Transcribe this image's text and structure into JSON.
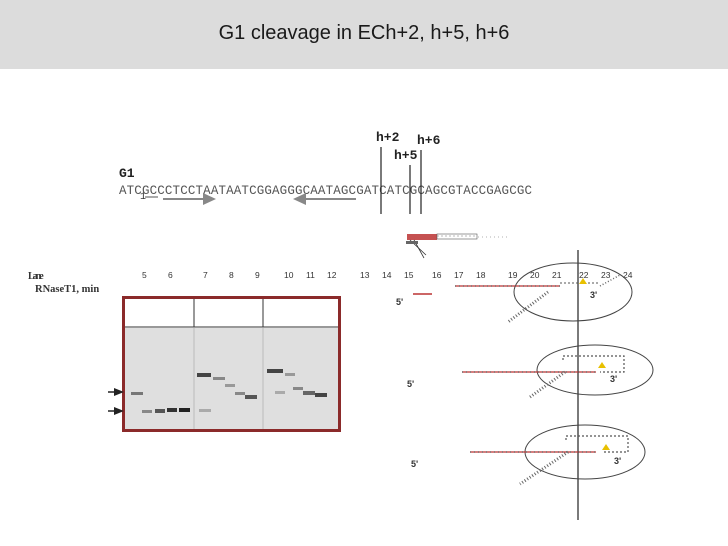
{
  "title": "G1 cleavage in ECh+2, h+5, h+6",
  "sequence": {
    "label": "G1",
    "text": "ATCGCCCTCCTAATAATCGGAGGGCAATAGCGATCATCGCAGCGTACCGAGCGC",
    "position_mark": "1",
    "highlight": "G"
  },
  "h_labels": [
    "h+2",
    "h+6",
    "h+5"
  ],
  "lanes": {
    "prefix": "Lane",
    "numbers": [
      "5",
      "6",
      "7",
      "8",
      "9",
      "10",
      "11",
      "12",
      "13",
      "14",
      "15",
      "16",
      "17",
      "18",
      "19",
      "20",
      "21",
      "22",
      "23",
      "24"
    ]
  },
  "gel": {
    "axis_label": "RNaseT1, min"
  },
  "schematic": {
    "five_prime": "5'",
    "three_prime": "3'"
  }
}
